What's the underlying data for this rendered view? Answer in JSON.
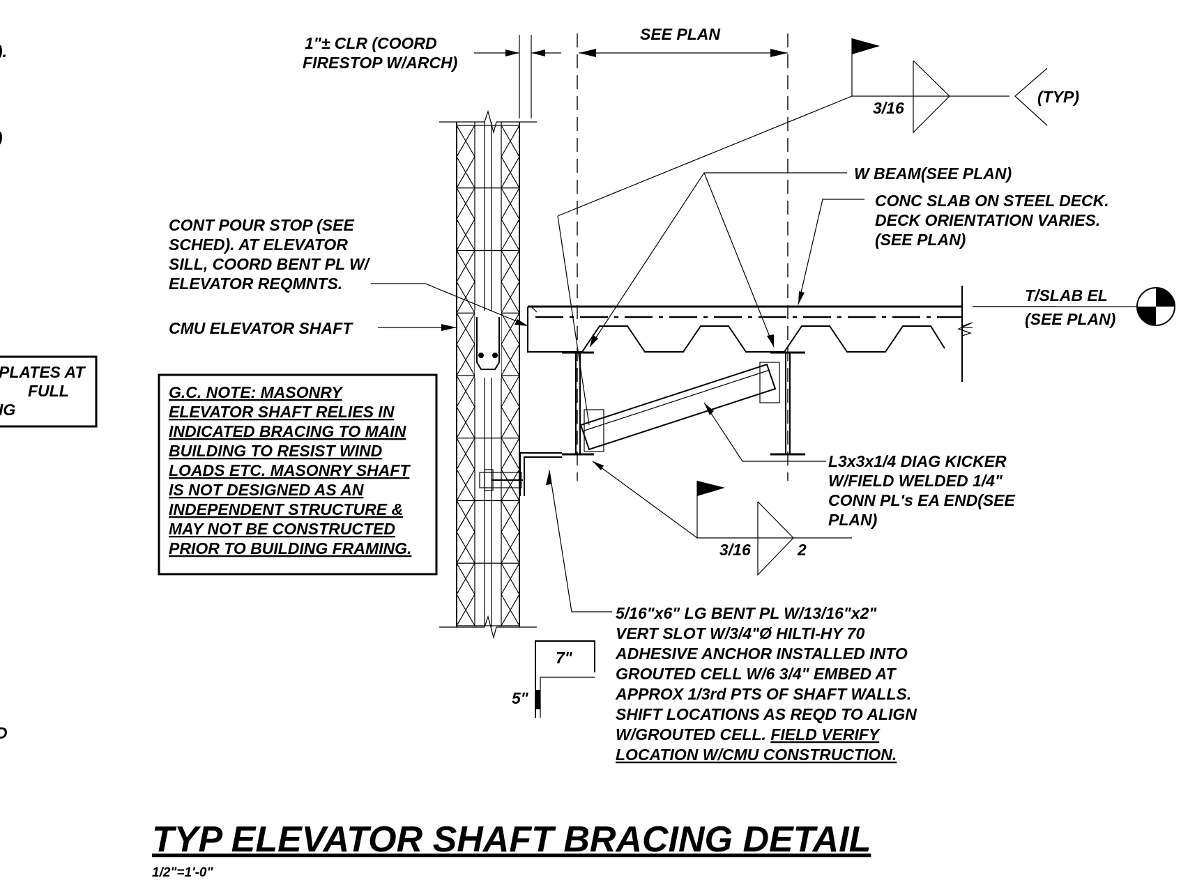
{
  "clearance_note": {
    "line1": "1\"± CLR (COORD",
    "line2": "FIRESTOP W/ARCH)"
  },
  "see_plan_label": "SEE PLAN",
  "weld_top": {
    "size": "3/16",
    "typ": "(TYP)"
  },
  "weld_bottom": {
    "size": "3/16",
    "length": "2"
  },
  "w_beam_label": "W BEAM(SEE PLAN)",
  "slab_note": {
    "line1": "CONC SLAB ON STEEL DECK.",
    "line2": "DECK ORIENTATION VARIES.",
    "line3": "(SEE PLAN)"
  },
  "pour_stop_note": {
    "line1": "CONT POUR STOP (SEE",
    "line2": "SCHED). AT ELEVATOR",
    "line3": "SILL, COORD BENT PL W/",
    "line4": "ELEVATOR REQMNTS."
  },
  "cmu_label": "CMU ELEVATOR SHAFT",
  "elevation": {
    "line1": "T/SLAB EL",
    "line2": "(SEE PLAN)"
  },
  "gc_note": {
    "line1": "G.C. NOTE: MASONRY",
    "line2": "ELEVATOR SHAFT RELIES IN",
    "line3": "INDICATED BRACING TO MAIN",
    "line4": "BUILDING TO RESIST WIND",
    "line5": "LOADS ETC. MASONRY SHAFT",
    "line6": "IS NOT DESIGNED AS AN",
    "line7": "INDEPENDENT STRUCTURE &",
    "line8": "MAY NOT BE CONSTRUCTED",
    "line9": "PRIOR TO BUILDING FRAMING."
  },
  "kicker_note": {
    "line1": "L3x3x1/4 DIAG KICKER",
    "line2": "W/FIELD WELDED 1/4\"",
    "line3": "CONN PL's EA END(SEE",
    "line4": "PLAN)"
  },
  "bent_pl_note": {
    "line1": "5/16\"x6\" LG BENT PL W/13/16\"x2\"",
    "line2": "VERT SLOT W/3/4\"Ø HILTI-HY 70",
    "line3": "ADHESIVE ANCHOR INSTALLED INTO",
    "line4": "GROUTED CELL W/6 3/4\" EMBED AT",
    "line5": "APPROX 1/3rd PTS OF SHAFT WALLS.",
    "line6": "SHIFT LOCATIONS AS REQD TO ALIGN",
    "line7_plain": "W/GROUTED CELL. ",
    "line7_underlined": "FIELD VERIFY",
    "line8": "LOCATION W/CMU CONSTRUCTION."
  },
  "bent_dims": {
    "horizontal": "7\"",
    "vertical": "5\""
  },
  "title": "TYP ELEVATOR SHAFT BRACING DETAIL",
  "scale": "1/2\"=1'-0\"",
  "left_edge_fragments": {
    "paren": ").",
    "paren2": ")",
    "box_line1": "PLATES AT",
    "box_line2": "FULL",
    "box_line3": "IG",
    "bottom": "D"
  }
}
